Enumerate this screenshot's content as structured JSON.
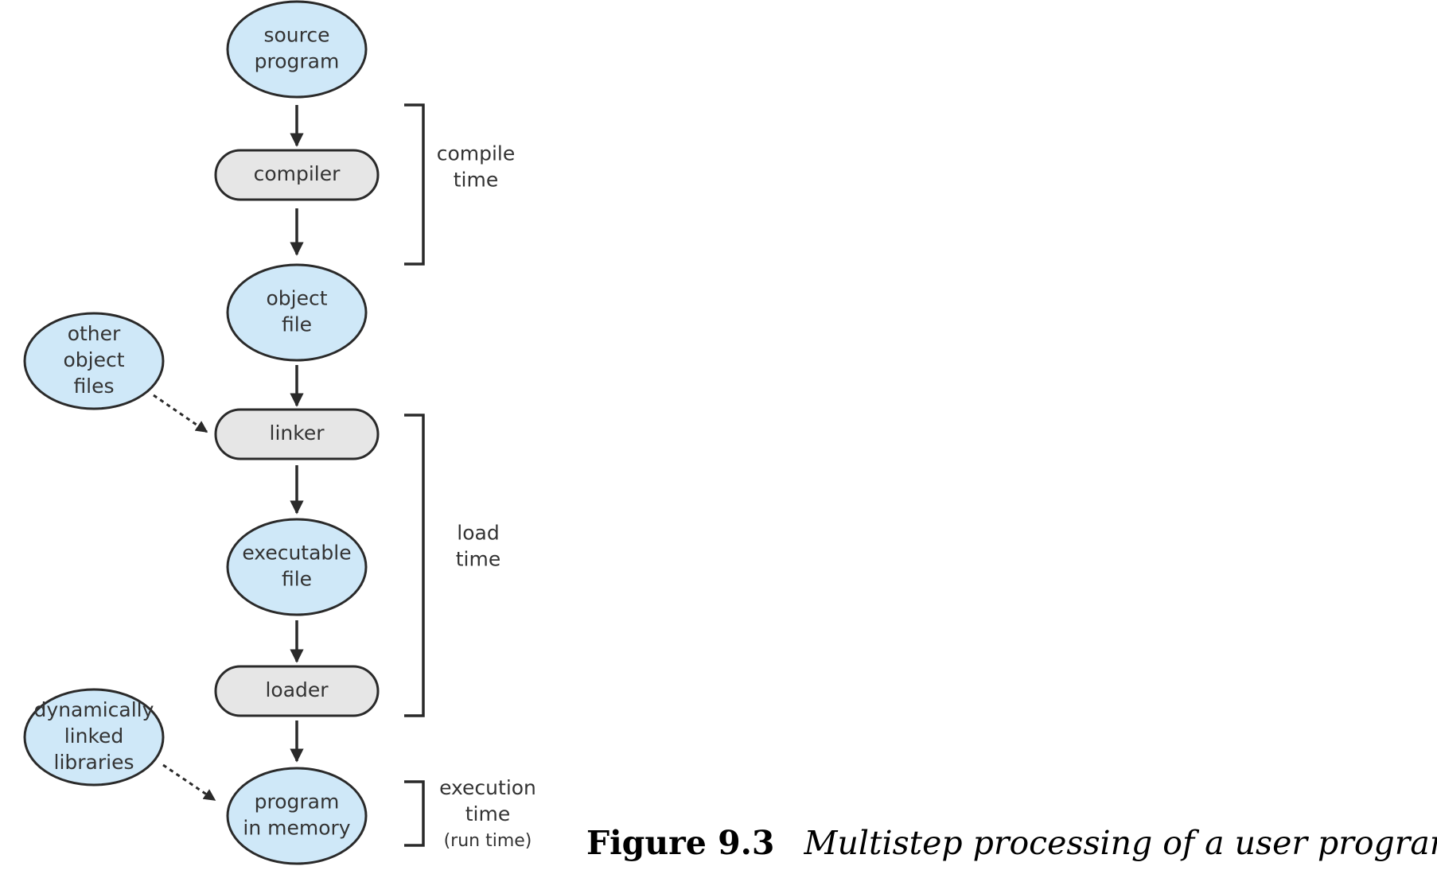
{
  "diagram": {
    "nodes": [
      {
        "id": "source",
        "shape": "ellipse",
        "lines": [
          "source",
          "program"
        ]
      },
      {
        "id": "compiler",
        "shape": "box",
        "lines": [
          "compiler"
        ]
      },
      {
        "id": "object",
        "shape": "ellipse",
        "lines": [
          "object",
          "file"
        ]
      },
      {
        "id": "other",
        "shape": "ellipse",
        "lines": [
          "other",
          "object",
          "files"
        ]
      },
      {
        "id": "linker",
        "shape": "box",
        "lines": [
          "linker"
        ]
      },
      {
        "id": "executable",
        "shape": "ellipse",
        "lines": [
          "executable",
          "file"
        ]
      },
      {
        "id": "loader",
        "shape": "box",
        "lines": [
          "loader"
        ]
      },
      {
        "id": "dynlib",
        "shape": "ellipse",
        "lines": [
          "dynamically",
          "linked",
          "libraries"
        ]
      },
      {
        "id": "memory",
        "shape": "ellipse",
        "lines": [
          "program",
          "in memory"
        ]
      }
    ],
    "edges": [
      {
        "from": "source",
        "to": "compiler",
        "style": "solid"
      },
      {
        "from": "compiler",
        "to": "object",
        "style": "solid"
      },
      {
        "from": "object",
        "to": "linker",
        "style": "solid"
      },
      {
        "from": "other",
        "to": "linker",
        "style": "dashed"
      },
      {
        "from": "linker",
        "to": "executable",
        "style": "solid"
      },
      {
        "from": "executable",
        "to": "loader",
        "style": "solid"
      },
      {
        "from": "loader",
        "to": "memory",
        "style": "solid"
      },
      {
        "from": "dynlib",
        "to": "memory",
        "style": "dashed"
      }
    ],
    "phases": [
      {
        "id": "compile",
        "lines": [
          "compile",
          "time"
        ]
      },
      {
        "id": "load",
        "lines": [
          "load",
          "time"
        ]
      },
      {
        "id": "execution",
        "lines": [
          "execution",
          "time",
          "(run time)"
        ]
      }
    ],
    "colors": {
      "ellipse_fill": "#cfe8f8",
      "box_fill": "#e6e6e6",
      "stroke": "#2a2a2a"
    }
  },
  "caption": {
    "label": "Figure 9.3",
    "title": "Multistep processing of a user program."
  }
}
